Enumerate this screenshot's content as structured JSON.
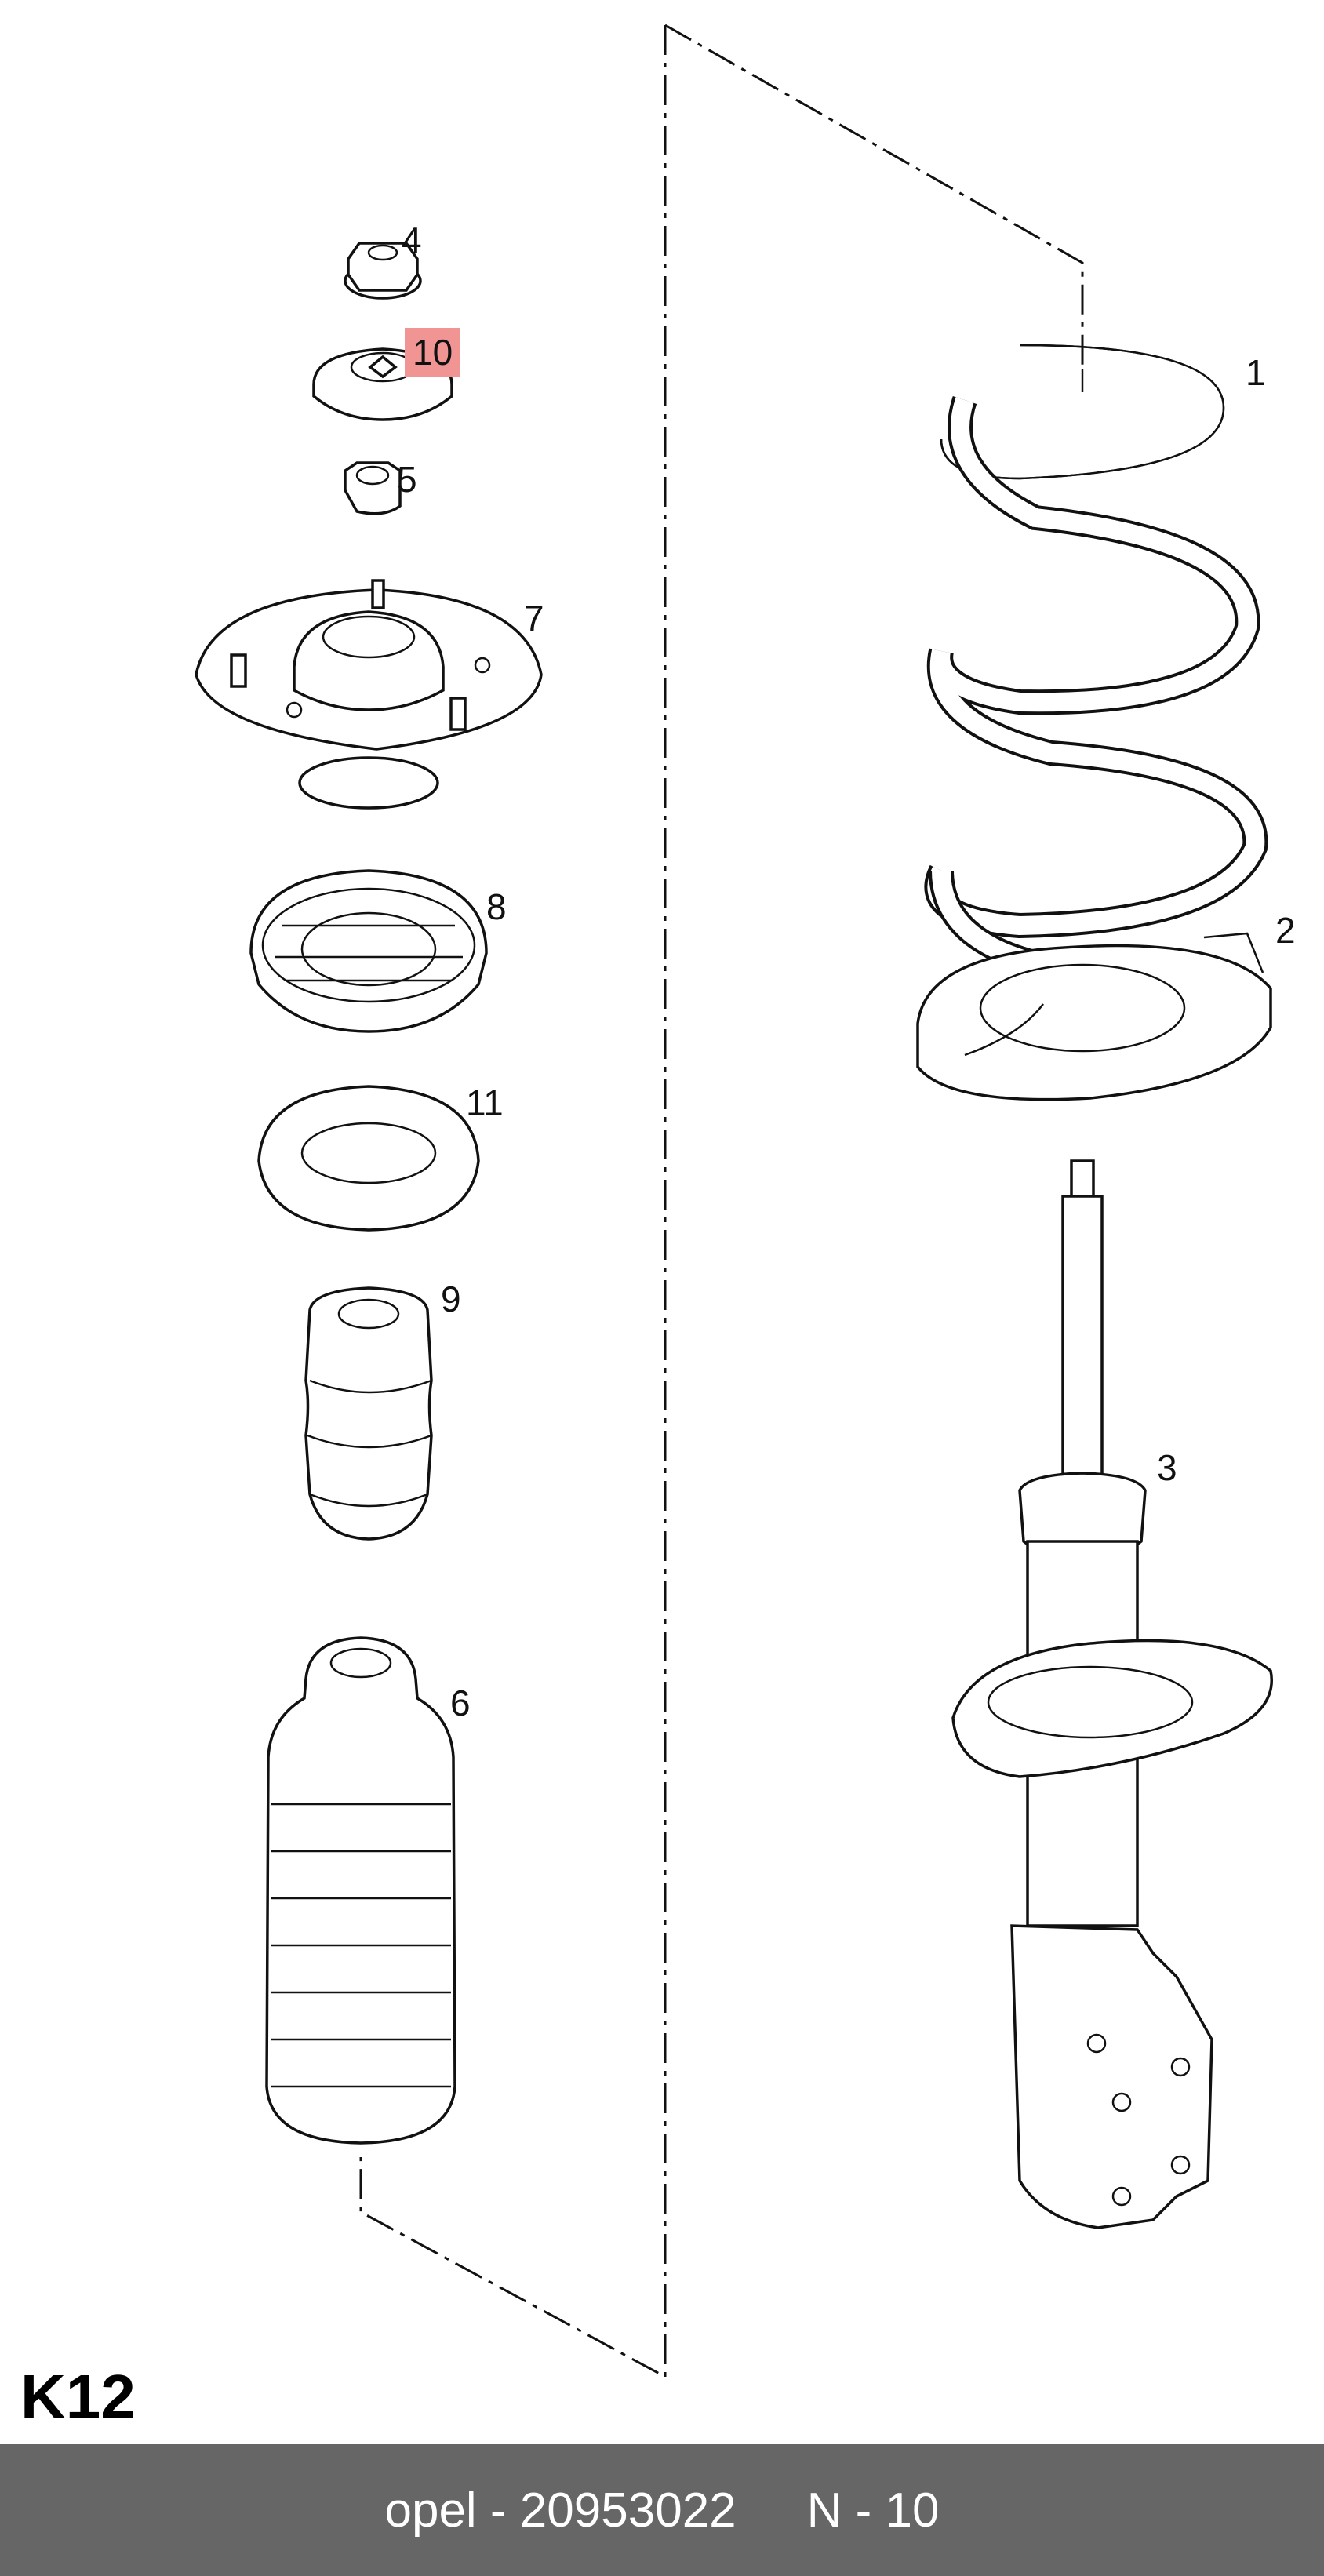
{
  "diagram": {
    "page_code": "K12",
    "highlight_color": "#f19494",
    "callouts": [
      {
        "id": "1",
        "label": "1"
      },
      {
        "id": "2",
        "label": "2"
      },
      {
        "id": "3",
        "label": "3"
      },
      {
        "id": "4",
        "label": "4"
      },
      {
        "id": "5",
        "label": "5"
      },
      {
        "id": "6",
        "label": "6"
      },
      {
        "id": "7",
        "label": "7"
      },
      {
        "id": "8",
        "label": "8"
      },
      {
        "id": "9",
        "label": "9"
      },
      {
        "id": "10",
        "label": "10",
        "highlighted": true
      },
      {
        "id": "11",
        "label": "11"
      }
    ]
  },
  "footer": {
    "brand_part": "opel - 20953022",
    "ref": "N - 10",
    "background": "#666666"
  }
}
